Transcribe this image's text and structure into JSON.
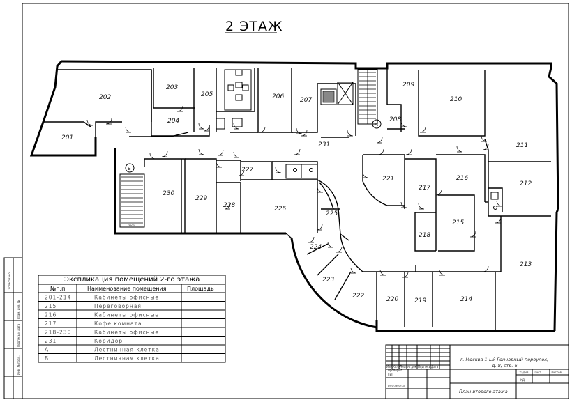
{
  "floor_title": "2 ЭТАЖ",
  "rooms": [
    {
      "id": "201",
      "label": "201"
    },
    {
      "id": "202",
      "label": "202"
    },
    {
      "id": "203",
      "label": "203"
    },
    {
      "id": "204",
      "label": "204"
    },
    {
      "id": "205",
      "label": "205"
    },
    {
      "id": "206",
      "label": "206"
    },
    {
      "id": "207",
      "label": "207"
    },
    {
      "id": "208",
      "label": "208"
    },
    {
      "id": "209",
      "label": "209"
    },
    {
      "id": "210",
      "label": "210"
    },
    {
      "id": "211",
      "label": "211"
    },
    {
      "id": "212",
      "label": "212"
    },
    {
      "id": "213",
      "label": "213"
    },
    {
      "id": "214",
      "label": "214"
    },
    {
      "id": "215",
      "label": "215"
    },
    {
      "id": "216",
      "label": "216"
    },
    {
      "id": "217",
      "label": "217"
    },
    {
      "id": "218",
      "label": "218"
    },
    {
      "id": "219",
      "label": "219"
    },
    {
      "id": "220",
      "label": "220"
    },
    {
      "id": "221",
      "label": "221"
    },
    {
      "id": "222",
      "label": "222"
    },
    {
      "id": "223",
      "label": "223"
    },
    {
      "id": "224",
      "label": "224"
    },
    {
      "id": "225",
      "label": "225"
    },
    {
      "id": "226",
      "label": "226"
    },
    {
      "id": "227",
      "label": "227"
    },
    {
      "id": "228",
      "label": "228"
    },
    {
      "id": "229",
      "label": "229"
    },
    {
      "id": "230",
      "label": "230"
    },
    {
      "id": "231",
      "label": "231"
    }
  ],
  "stair_markers": {
    "a": "А",
    "b": "Б"
  },
  "stair_small_label": "3900",
  "legend": {
    "title": "Экспликация помещений 2-го этажа",
    "headers": {
      "num": "№п.п",
      "name": "Наименование помещения",
      "area": "Площадь"
    },
    "rows": [
      {
        "num": "201-214",
        "name": "Кабинеты офисные",
        "area": ""
      },
      {
        "num": "215",
        "name": "Переговорная",
        "area": ""
      },
      {
        "num": "216",
        "name": "Кабинеты офисные",
        "area": ""
      },
      {
        "num": "217",
        "name": "Кофе комната",
        "area": ""
      },
      {
        "num": "218-230",
        "name": "Кабинеты офисные",
        "area": ""
      },
      {
        "num": "231",
        "name": "Коридор",
        "area": ""
      },
      {
        "num": "А",
        "name": "Лестничная клетка",
        "area": ""
      },
      {
        "num": "Б",
        "name": "Лестничная клетка",
        "area": ""
      }
    ]
  },
  "title_block": {
    "address_line1": "г. Москва 1-ый Гончарный переулок,",
    "address_line2": "д. 8, стр. 6",
    "sheet_title": "План второго этажа",
    "col_stage": "Стадия",
    "col_sheet": "Лист",
    "col_sheets": "Листов",
    "stage_value": "КД",
    "row_labels": [
      "Изм.",
      "Кол.уч",
      "Лист",
      "№ док.",
      "Подпись",
      "Дата"
    ],
    "role_labels": [
      "Проверил",
      "ГИП",
      "Разработал"
    ]
  },
  "side_stamp": [
    "Согласовано",
    "Взам. инв. №",
    "Подпись и дата",
    "Инв. № подл."
  ]
}
